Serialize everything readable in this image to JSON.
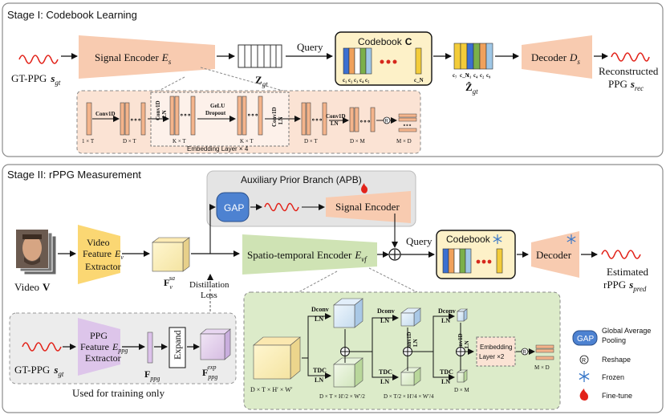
{
  "stage1": {
    "title": "Stage I: Codebook  Learning",
    "gt_ppg": "GT-PPG",
    "gt_sym": "s",
    "gt_sub": "gt",
    "signal_encoder": "Signal Encoder",
    "signal_encoder_sym": "E",
    "signal_encoder_sub": "s",
    "z_sym": "Z",
    "z_sub": "gt",
    "query": "Query",
    "codebook": "Codebook",
    "codebook_sym": "C",
    "cb_labels": [
      "c₁",
      "c₂",
      "c₃",
      "c₄",
      "c₅",
      "c_N"
    ],
    "zhat_sym": "Ẑ",
    "zhat_sub": "gt",
    "zhat_labels": [
      "c₇",
      "c_N",
      "c₁",
      "c₄",
      "c₂",
      "c₉"
    ],
    "decoder": "Decoder",
    "decoder_sym": "D",
    "decoder_sub": "s",
    "reconstructed": "Reconstructed",
    "rec_ppg": "PPG",
    "rec_sym": "s",
    "rec_sub": "rec",
    "inset": {
      "conv1d": "Conv1D",
      "ln": "LN",
      "gelu": "GeLU",
      "dropout": "Dropout",
      "dim_1t": "1 × T",
      "dim_dt": "D × T",
      "dim_kt": "K × T",
      "dim_dm": "D × M",
      "dim_md": "M × D",
      "reshape_sym": "R",
      "embedding_label": "Embedding Layer × 4"
    }
  },
  "stage2": {
    "title": "Stage II: rPPG Measurement",
    "apb_title": "Auxiliary Prior Branch (APB)",
    "gap": "GAP",
    "signal_encoder": "Signal Encoder",
    "video_label": "Video",
    "video_sym": "V",
    "video_extractor": [
      "Video",
      "Feature",
      "Extractor"
    ],
    "video_extractor_sym": "E",
    "video_extractor_sub": "v",
    "fv_sym": "F",
    "fv_sub": "v",
    "fv_sup": "sa",
    "distillation": [
      "Distillation",
      "Loss"
    ],
    "st_encoder": "Spatio-temporal Encoder",
    "st_sym": "E",
    "st_sub": "vf",
    "query": "Query",
    "codebook": "Codebook",
    "decoder": "Decoder",
    "estimated": [
      "Estimated",
      "rPPG"
    ],
    "est_sym": "s",
    "est_sub": "pred",
    "gt_ppg": "GT-PPG",
    "gt_sym": "s",
    "gt_sub": "gt",
    "ppg_extractor": [
      "PPG",
      "Feature",
      "Extractor"
    ],
    "ppg_extractor_sym": "E",
    "ppg_extractor_sub": "ppg",
    "fppg_sym": "F",
    "fppg_sub": "ppg",
    "expand": "Expand",
    "fexp_sym": "F",
    "fexp_sub": "ppg",
    "fexp_sup": "exp",
    "training_only": "Used for training only",
    "inset": {
      "dconv": "Dconv",
      "tdc": "TDC",
      "ln": "LN",
      "conv1d": "Conv1D",
      "dim_in": "D × T × H′ × W′",
      "dim_half": "D × T × H′/2 × W′/2",
      "dim_quarter": "D × T/2 × H′/4 × W′/4",
      "dim_dm": "D × M",
      "dim_md": "M × D",
      "embedding": [
        "Embedding",
        "Layer ×2"
      ],
      "reshape_sym": "R"
    }
  },
  "legend": {
    "gap_key": "GAP",
    "gap_text": [
      "Global Average",
      "Pooling"
    ],
    "reshape_key": "R",
    "reshape_text": "Reshape",
    "frozen_text": "Frozen",
    "finetune_text": "Fine-tune"
  }
}
